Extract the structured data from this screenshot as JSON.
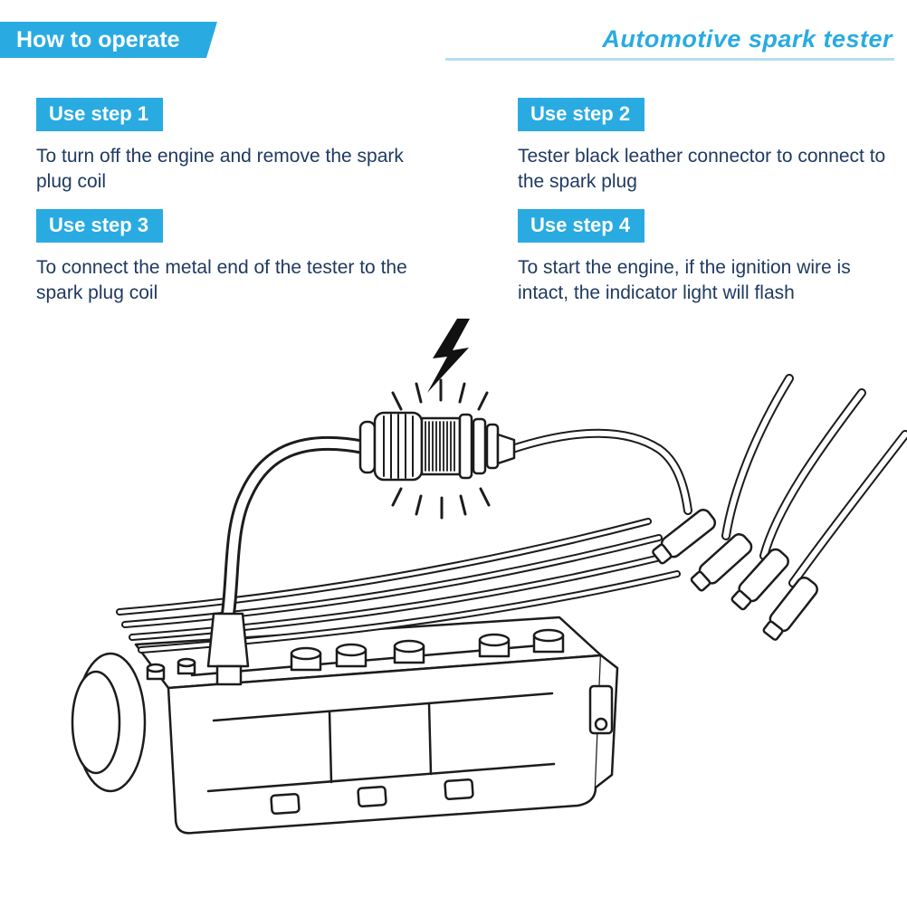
{
  "header": {
    "banner_label": "How to operate",
    "product_title": "Automotive spark tester"
  },
  "steps": [
    {
      "label": "Use step 1",
      "description": "To turn off the engine and remove the spark plug coil"
    },
    {
      "label": "Use step 2",
      "description": "Tester black leather connector to connect to the spark plug"
    },
    {
      "label": "Use step 3",
      "description": "To connect the metal end of the tester to the spark plug coil"
    },
    {
      "label": "Use step 4",
      "description": "To start the engine, if the ignition wire is intact, the indicator light will flash"
    }
  ],
  "colors": {
    "accent_blue": "#29abe2",
    "underline_blue": "#b5ddf2",
    "body_text": "#203a60",
    "line_art": "#1c1c1c",
    "lightning": "#111111"
  },
  "illustration": {
    "icons": [
      "lightning-bolt-icon",
      "spark-tester",
      "engine-block",
      "spark-plug-wires",
      "distributor-boots"
    ]
  }
}
